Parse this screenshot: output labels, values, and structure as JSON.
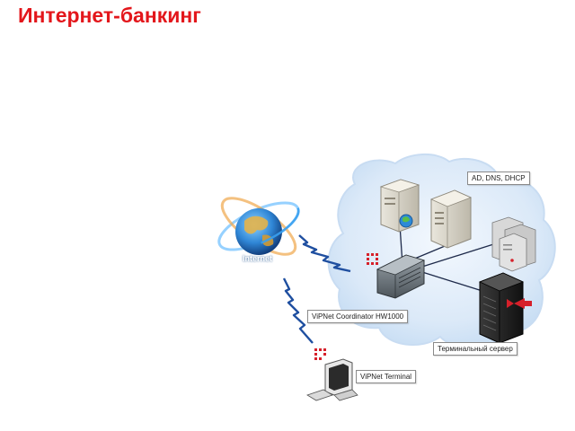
{
  "page": {
    "title": "Интернет-банкинг"
  },
  "diagram": {
    "internet_label": "Internet",
    "labels": {
      "ad_dns_dhcp": "AD, DNS, DHCP",
      "coordinator": "ViPNet Coordinator HW1000",
      "terminal_server": "Терминальный сервер",
      "terminal": "ViPNet Terminal"
    },
    "icons": [
      "globe-icon",
      "server-tower-icon",
      "server-cluster-icon",
      "rack-server-icon",
      "coordinator-appliance-icon",
      "workstation-icon",
      "firewall-icon",
      "lightning-link-icon"
    ],
    "colors": {
      "title": "#e3161b",
      "cloud": "#cfe3f7",
      "link": "#1f4fa0",
      "firewall": "#d6202a"
    }
  }
}
